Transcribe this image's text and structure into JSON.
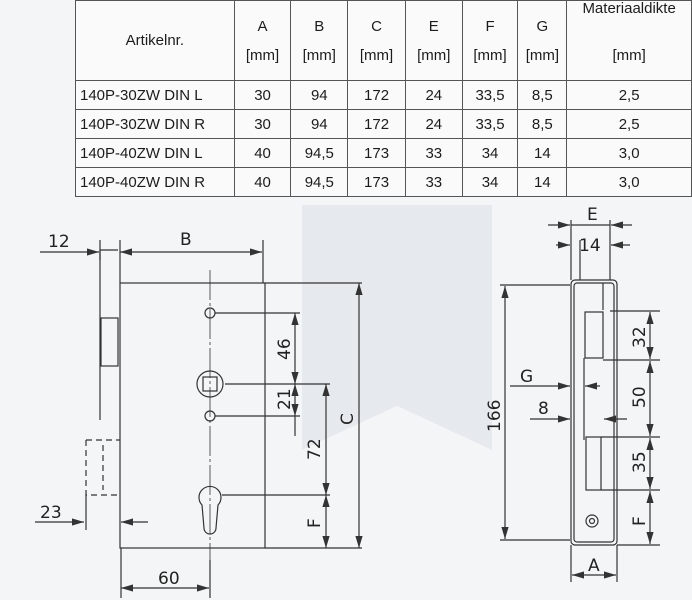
{
  "table": {
    "headers": [
      {
        "label": "Artikelnr.",
        "unit": ""
      },
      {
        "label": "A",
        "unit": "[mm]"
      },
      {
        "label": "B",
        "unit": "[mm]"
      },
      {
        "label": "C",
        "unit": "[mm]"
      },
      {
        "label": "E",
        "unit": "[mm]"
      },
      {
        "label": "F",
        "unit": "[mm]"
      },
      {
        "label": "G",
        "unit": "[mm]"
      },
      {
        "label": "Materiaaldikte",
        "unit": "[mm]"
      }
    ],
    "rows": [
      [
        "140P-30ZW DIN L",
        "30",
        "94",
        "172",
        "24",
        "33,5",
        "8,5",
        "2,5"
      ],
      [
        "140P-30ZW DIN R",
        "30",
        "94",
        "172",
        "24",
        "33,5",
        "8,5",
        "2,5"
      ],
      [
        "140P-40ZW DIN L",
        "40",
        "94,5",
        "173",
        "33",
        "34",
        "14",
        "3,0"
      ],
      [
        "140P-40ZW DIN R",
        "40",
        "94,5",
        "173",
        "33",
        "34",
        "14",
        "3,0"
      ]
    ]
  },
  "drawing": {
    "front": {
      "d12": "12",
      "B": "B",
      "d46": "46",
      "d21": "21",
      "d72": "72",
      "C": "C",
      "F": "F",
      "d23": "23",
      "d60": "60"
    },
    "side": {
      "E": "E",
      "d14": "14",
      "G": "G",
      "d8": "8",
      "d166": "166",
      "d32": "32",
      "d50": "50",
      "d35": "35",
      "F": "F",
      "A": "A"
    }
  }
}
